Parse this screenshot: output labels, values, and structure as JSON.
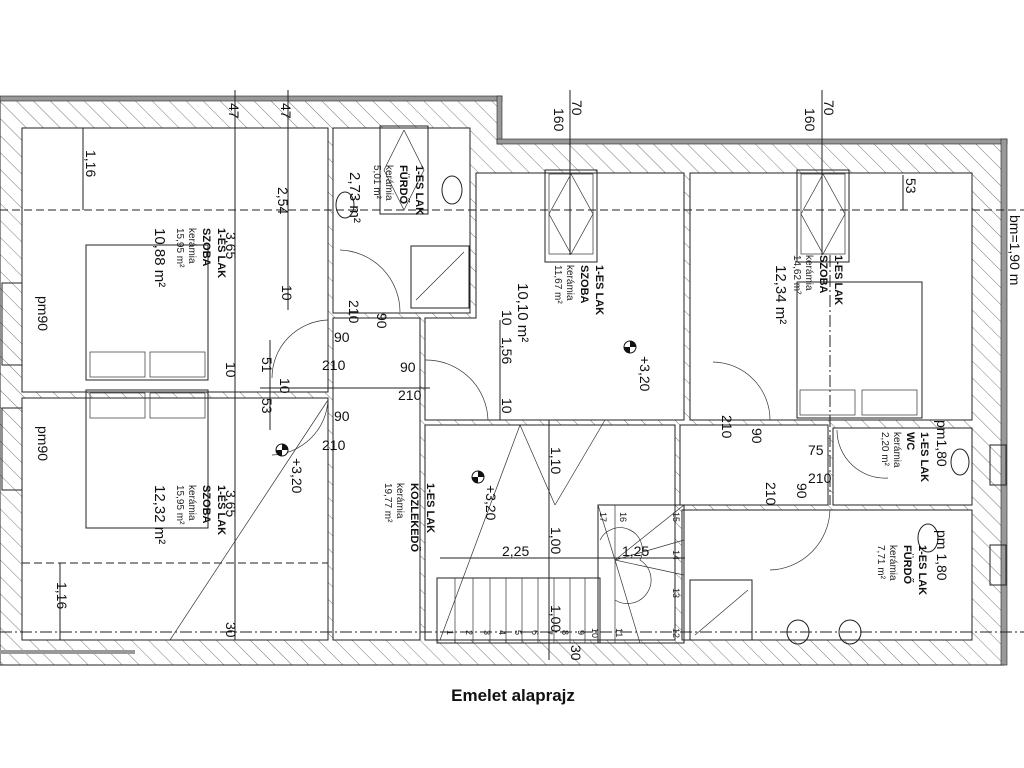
{
  "title": "Emelet alaprajz",
  "note": "bm=1,90 m",
  "dimensions": [
    "47",
    "47",
    "70",
    "160",
    "70",
    "160",
    "1,16",
    "2,54",
    "3,65",
    "10",
    "10",
    "51",
    "10",
    "53",
    "3,65",
    "30",
    "1,16",
    "53",
    "1,10",
    "1,00",
    "1,00",
    "30",
    "1,56",
    "10",
    "10",
    "2,25",
    "1,25"
  ],
  "openings": [
    "210",
    "90",
    "90",
    "210",
    "90",
    "210",
    "90",
    "210",
    "210",
    "90",
    "210",
    "90",
    "75",
    "210"
  ],
  "windows": [
    "pm90",
    "pm90",
    "pm1,80",
    "pm 1,80"
  ],
  "elevations": [
    "+3,20",
    "+3,20",
    "+3,20"
  ],
  "stair_steps": [
    "1",
    "2",
    "3",
    "4",
    "5",
    "6",
    "7",
    "8",
    "9",
    "10",
    "11",
    "12",
    "13",
    "14",
    "15",
    "16",
    "17"
  ],
  "rooms": [
    {
      "unit": "1-ES LAK",
      "name": "SZOBA",
      "floor": "kerámia",
      "floor_area": "15,95 m²",
      "area": "10,88 m²"
    },
    {
      "unit": "1-ES LAK",
      "name": "SZOBA",
      "floor": "kerámia",
      "floor_area": "15,95 m²",
      "area": "12,32 m²"
    },
    {
      "unit": "1-ES LAK",
      "name": "FÜRDŐ",
      "floor": "kerámia",
      "floor_area": "5,01 m²",
      "area": "2,73 m²"
    },
    {
      "unit": "1-ES LAK",
      "name": "SZOBA",
      "floor": "kerámia",
      "floor_area": "11,67 m²",
      "area": "10,10 m²"
    },
    {
      "unit": "1-ES LAK",
      "name": "SZOBA",
      "floor": "kerámia",
      "floor_area": "14,62 m²",
      "area": "12,34 m²"
    },
    {
      "unit": "1-ES LAK",
      "name": "KÖZLEKEDŐ",
      "floor": "kerámia",
      "floor_area": "19,77 m²"
    },
    {
      "unit": "1-ES LAK",
      "name": "WC",
      "floor": "kerámia",
      "floor_area": "2,20 m²"
    },
    {
      "unit": "1-ES LAK",
      "name": "FÜRDŐ",
      "floor": "kerámia",
      "floor_area": "7,71 m²"
    }
  ]
}
